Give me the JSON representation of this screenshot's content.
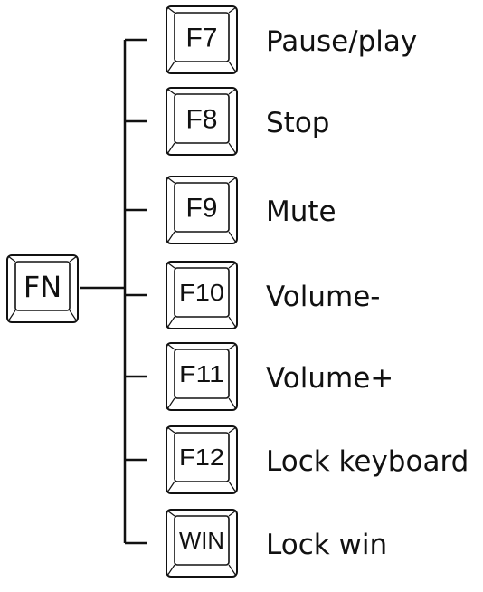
{
  "modifier_key": {
    "label": "FN"
  },
  "shortcuts": [
    {
      "key": "F7",
      "function": "Pause/play"
    },
    {
      "key": "F8",
      "function": "Stop"
    },
    {
      "key": "F9",
      "function": "Mute"
    },
    {
      "key": "F10",
      "function": "Volume-"
    },
    {
      "key": "F11",
      "function": "Volume+"
    },
    {
      "key": "F12",
      "function": "Lock keyboard"
    },
    {
      "key": "WIN",
      "function": "Lock win"
    }
  ],
  "colors": {
    "ink": "#111111",
    "keycap_face": "#ffffff"
  }
}
